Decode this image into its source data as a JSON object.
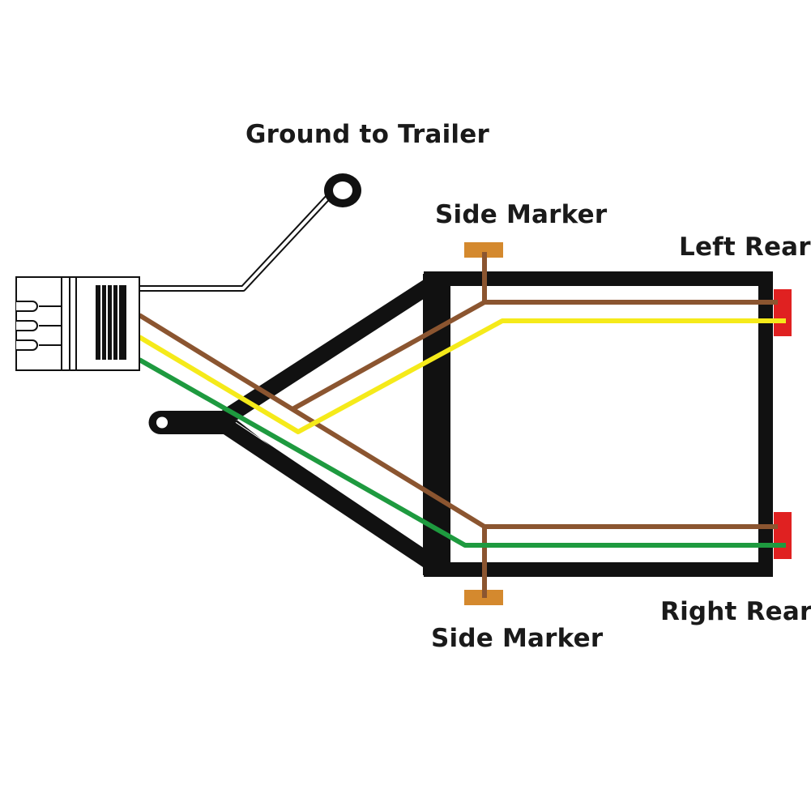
{
  "labels": {
    "ground_to_trailer": "Ground to Trailer",
    "side_marker_top": "Side Marker",
    "left_rear": "Left Rear",
    "right_rear": "Right Rear",
    "side_marker_bottom": "Side Marker"
  },
  "colors": {
    "frame": "#111111",
    "brown_wire": "#8b5530",
    "yellow_wire": "#f5ea1a",
    "green_wire": "#1e9a3f",
    "white_wire": "#ffffff",
    "side_marker_lamp": "#d4892e",
    "rear_lamp": "#e02121",
    "connector_outline": "#111111"
  },
  "components": [
    "4-pin-connector",
    "ground-ring-terminal",
    "trailer-coupler",
    "trailer-frame",
    "side-marker-top",
    "side-marker-bottom",
    "left-rear-lamp",
    "right-rear-lamp"
  ]
}
